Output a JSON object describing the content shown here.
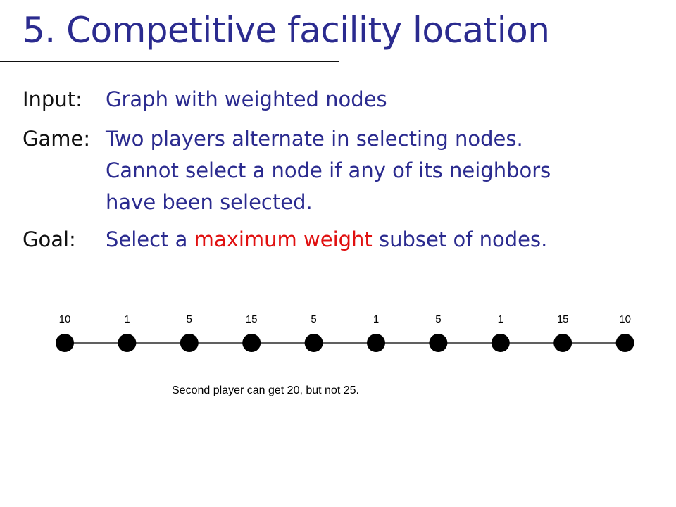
{
  "slide": {
    "title": "5. Competitive facility location",
    "rows": [
      {
        "label": "Input:",
        "lines": [
          "Graph with weighted nodes"
        ]
      },
      {
        "label": "Game:",
        "lines": [
          "Two players alternate in selecting nodes.",
          "Cannot select a node if any of its neighbors",
          "have been selected."
        ]
      },
      {
        "label": "Goal:",
        "before": "Select a ",
        "highlight": "maximum weight",
        "after": " subset of nodes."
      }
    ],
    "caption": "Second player can get 20, but not 25."
  },
  "graph": {
    "weights": [
      "10",
      "1",
      "5",
      "15",
      "5",
      "1",
      "5",
      "1",
      "15",
      "10"
    ]
  },
  "colors": {
    "title": "#2b2b8f",
    "body": "#2b2b8f",
    "label": "#111111",
    "highlight": "#e01010",
    "node": "#000000"
  }
}
